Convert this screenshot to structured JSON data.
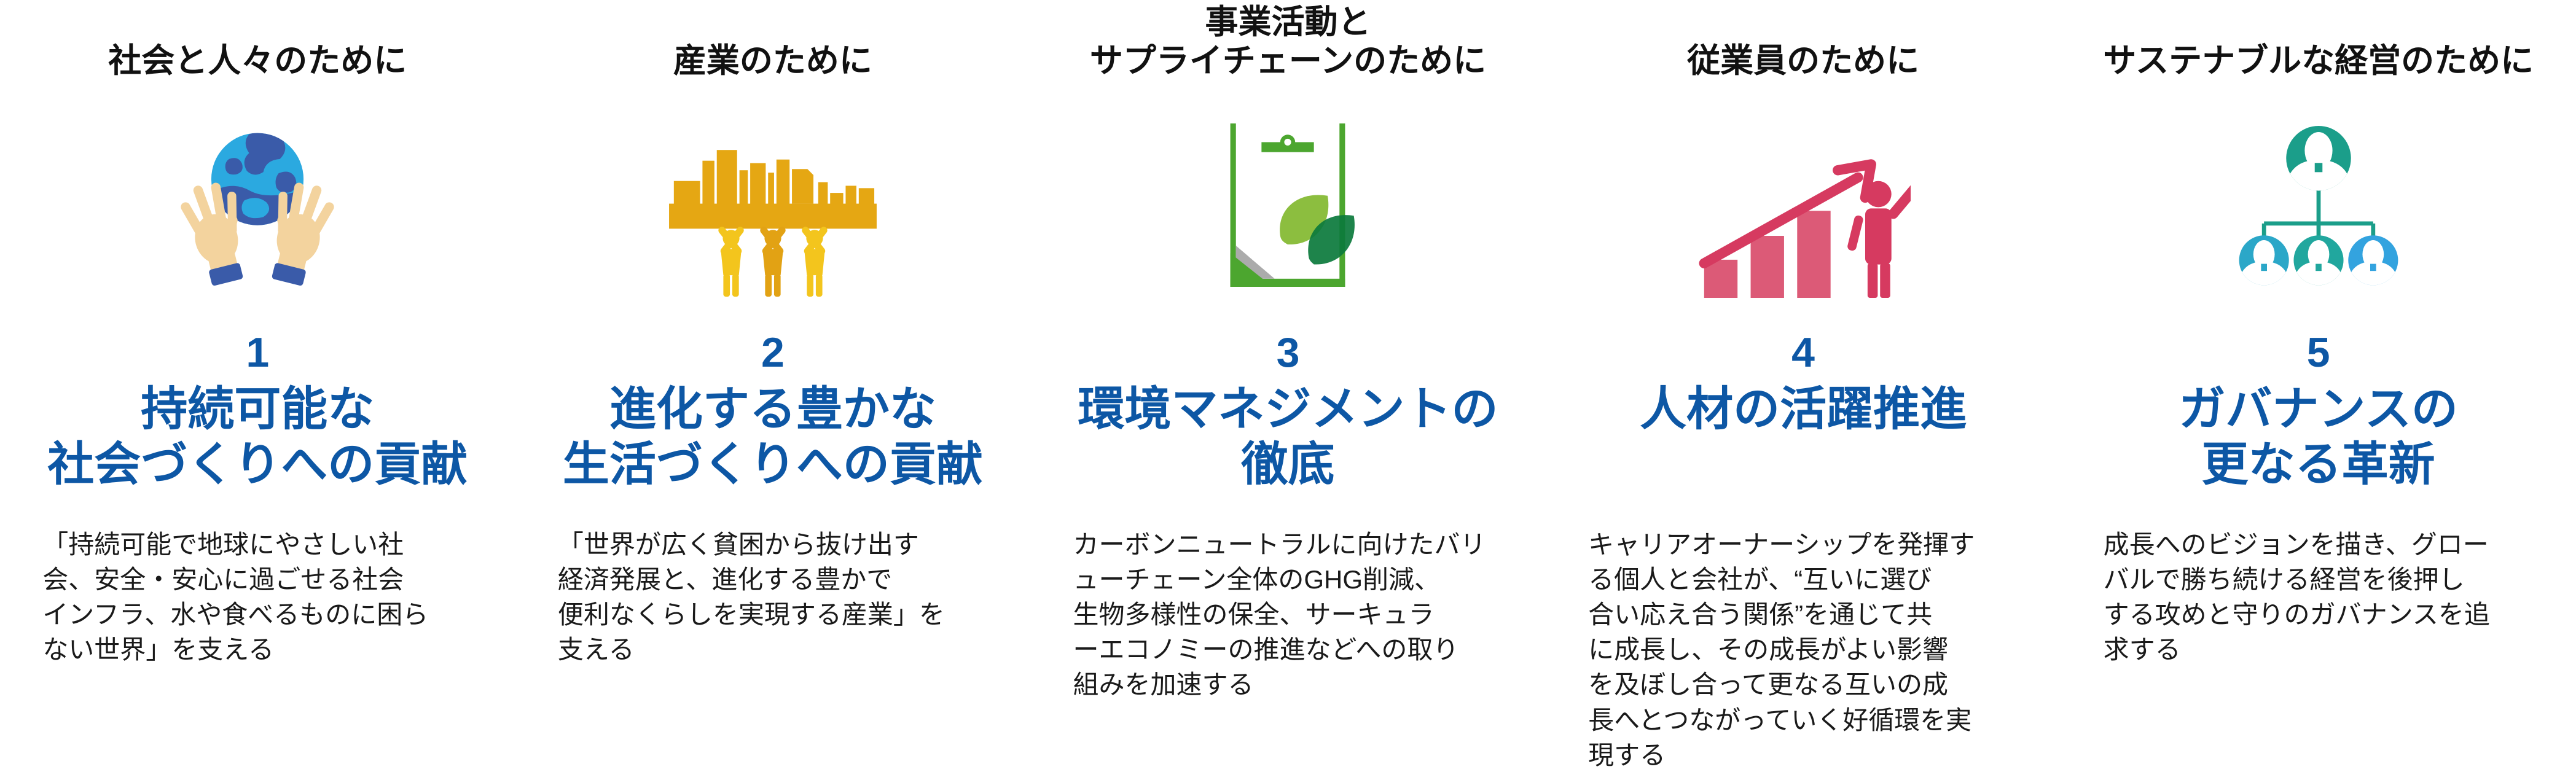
{
  "colors": {
    "title_blue": "#0d57a5",
    "text_black": "#1a1a1a",
    "pillar1": {
      "globe_light": "#2ba9e0",
      "globe_dark": "#3a5ba9",
      "hand": "#f3d39e",
      "cuff": "#3a5ba9"
    },
    "pillar2": {
      "city_gold": "#e5a713",
      "person_outer_yellow": "#f3c51d",
      "person_middle_gold": "#e2a214"
    },
    "pillar3": {
      "board_green": "#4ca62f",
      "leaf_light": "#8cbe3f",
      "leaf_dark": "#0b7a3c",
      "fold_gray": "#ababab"
    },
    "pillar4": {
      "primary_pink": "#d63a60",
      "bar_pink": "#dc5a77"
    },
    "pillar5": {
      "top_teal": "#1b9e8a",
      "left_cyan": "#2ba7c8",
      "middle_teal": "#21a79e",
      "right_blue": "#33a3df"
    }
  },
  "columns": [
    {
      "header": "社会と人々のために",
      "icon": "hands-holding-globe-icon",
      "number": "1",
      "title": "持続可能な\n社会づくりへの貢献",
      "description": "「持続可能で地球にやさしい社\n会、安全・安心に過ごせる社会\nインフラ、水や食べるものに困ら\nない世界」を支える"
    },
    {
      "header": "産業のために",
      "icon": "city-skyline-people-icon",
      "number": "2",
      "title": "進化する豊かな\n生活づくりへの貢献",
      "description": "「世界が広く貧困から抜け出す\n経済発展と、進化する豊かで\n便利なくらしを実現する産業」を\n支える"
    },
    {
      "header": "事業活動と\nサプライチェーンのために",
      "icon": "clipboard-leaves-icon",
      "number": "3",
      "title": "環境マネジメントの\n徹底",
      "description": "カーボンニュートラルに向けたバリ\nューチェーン全体のGHG削減、\n生物多様性の保全、サーキュラ\nーエコノミーの推進などへの取り\n組みを加速する"
    },
    {
      "header": "従業員のために",
      "icon": "growth-chart-person-icon",
      "number": "4",
      "title": "人材の活躍推進",
      "description": "キャリアオーナーシップを発揮す\nる個人と会社が、“互いに選び\n合い応え合う関係”を通じて共\nに成長し、その成長がよい影響\nを及ぼし合って更なる互いの成\n長へとつながっていく好循環を実\n現する"
    },
    {
      "header": "サステナブルな経営のために",
      "icon": "org-chart-icon",
      "number": "5",
      "title": "ガバナンスの\n更なる革新",
      "description": "成長へのビジョンを描き、グロー\nバルで勝ち続ける経営を後押し\nする攻めと守りのガバナンスを追\n求する"
    }
  ]
}
